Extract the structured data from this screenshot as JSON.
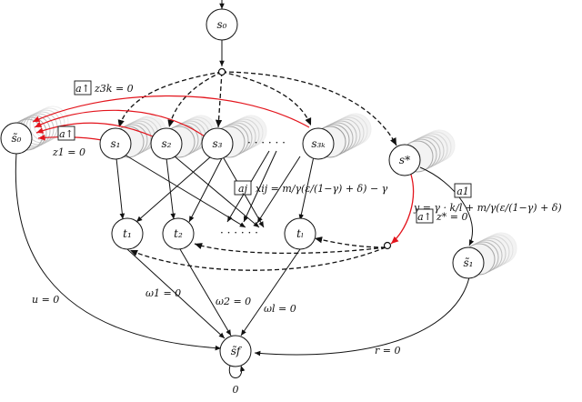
{
  "nodes": {
    "s0": "s₀",
    "s0_tilde": "s̃₀",
    "s1": "s₁",
    "s2": "s₂",
    "s3": "s₃",
    "s3k": "s₃ₖ",
    "s_star": "s*",
    "s1_tilde": "s̃₁",
    "t1": "t₁",
    "t2": "t₂",
    "tl": "tₗ",
    "sf_tilde": "s̃f",
    "dots_top": "· · · · · ·",
    "dots_mid": "· · · · · ·"
  },
  "actions": {
    "a_up_1": "a↑",
    "a_up_2": "a↑",
    "a_up_3": "a↑",
    "a_j": "aj",
    "a_1": "a1"
  },
  "labels": {
    "z3k": "z3k = 0",
    "z1": "z1 = 0",
    "x_ij": "xij = m/γ(ε/(1−γ) + δ) − γ",
    "y": "y = γ · k/l + m/γ(ε/(1−γ) + δ)",
    "z_star": "z* = 0",
    "u": "u = 0",
    "omega1": "ω1 = 0",
    "omega2": "ω2 = 0",
    "omegal": "ωl = 0",
    "r": "r = 0",
    "self_loop": "0"
  },
  "colors": {
    "red_edge": "#e3141c",
    "ink": "#111111",
    "ghost": "#bdbdbd"
  }
}
